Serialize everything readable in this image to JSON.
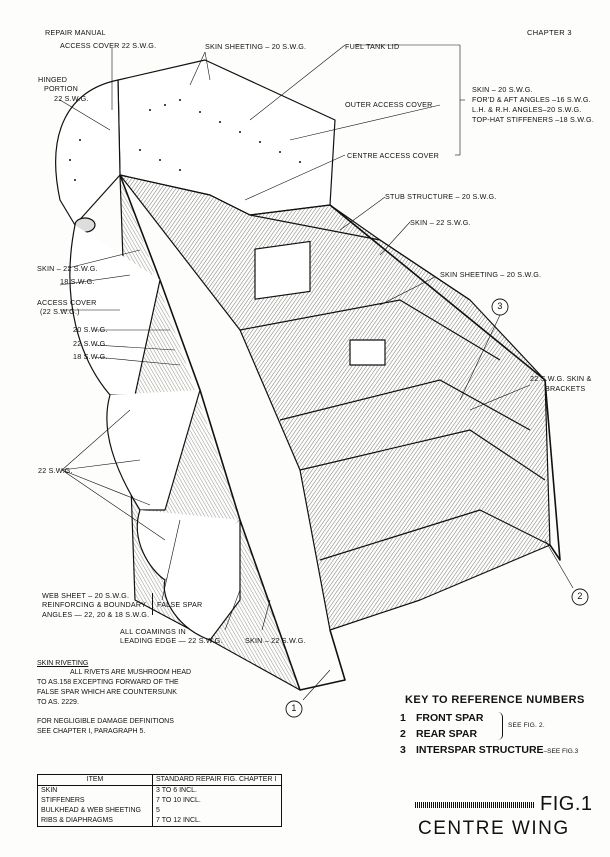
{
  "header": {
    "chapter": "CHAPTER 3"
  },
  "labels": {
    "repair_manual": "REPAIR MANUAL",
    "access_cover_22": "ACCESS COVER 22 S.W.G.",
    "skin_sheeting_20_top": "SKIN SHEETING – 20 S.W.G.",
    "fuel_tank_lid": "FUEL TANK LID",
    "hinged": "HINGED",
    "portion": "PORTION",
    "portion_22": "22 S.W.G.",
    "outer_access_cover": "OUTER ACCESS COVER",
    "centre_access_cover": "CENTRE ACCESS COVER",
    "cover_spec_1": "SKIN – 20 S.W.G.",
    "cover_spec_2": "FOR'D & AFT ANGLES –16 S.W.G.",
    "cover_spec_3": "L.H. & R.H. ANGLES–20 S.W.G.",
    "cover_spec_4": "TOP-HAT STIFFENERS –18 S.W.G.",
    "stub_structure": "STUB STRUCTURE – 20 S.W.G.",
    "skin_22_right": "SKIN – 22 S.W.G.",
    "skin_sheeting_20_mid": "SKIN SHEETING – 20 S.W.G.",
    "skin_22_left": "SKIN – 22 S.W.G.",
    "swg_18_a": "18 S.W.G.",
    "access_cover_left": "ACCESS COVER",
    "access_cover_left_2": "(22 S.W.G.)",
    "swg_20": "20 S.W.G.",
    "swg_22": "22 S.W.G.",
    "swg_18_b": "18 S.W.G.",
    "skin_brackets_1": "22 S.W.G. SKIN &",
    "skin_brackets_2": "BRACKETS",
    "swg_22_ribs": "22 S.W.G.",
    "web_sheet": "WEB SHEET – 20 S.W.G.",
    "reinforcing": "REINFORCING & BOUNDARY",
    "angles": "ANGLES — 22, 20 & 18 S.W.G.",
    "false_spar": "FALSE SPAR",
    "coamings_1": "ALL COAMINGS IN",
    "coamings_2": "LEADING EDGE — 22 S.W.G.",
    "skin_22_bottom": "SKIN – 22 S.W.G.",
    "ref_1": "1",
    "ref_2": "2",
    "ref_3": "3"
  },
  "notes": {
    "riveting_title": "SKIN RIVETING",
    "riveting_1": "ALL RIVETS ARE MUSHROOM HEAD",
    "riveting_2": "TO AS.158 EXCEPTING FORWARD OF THE",
    "riveting_3": "FALSE SPAR WHICH ARE COUNTERSUNK",
    "riveting_4": "TO AS. 2229.",
    "damage_1": "FOR NEGLIGIBLE DAMAGE DEFINITIONS",
    "damage_2": "SEE CHAPTER I, PARAGRAPH 5."
  },
  "key": {
    "title": "KEY TO REFERENCE NUMBERS",
    "items": [
      {
        "num": "1",
        "label": "FRONT SPAR"
      },
      {
        "num": "2",
        "label": "REAR SPAR"
      },
      {
        "num": "3",
        "label": "INTERSPAR STRUCTURE"
      }
    ],
    "see_fig2": "SEE FIG. 2.",
    "see_fig3": "–SEE FIG.3"
  },
  "table": {
    "headers": [
      "ITEM",
      "STANDARD REPAIR FIG. CHAPTER I"
    ],
    "rows": [
      [
        "SKIN",
        "3 TO 6 INCL."
      ],
      [
        "STIFFENERS",
        "7 TO 10 INCL."
      ],
      [
        "BULKHEAD & WEB SHEETING",
        "5"
      ],
      [
        "RIBS & DIAPHRAGMS",
        "7 TO 12 INCL."
      ]
    ]
  },
  "figure": {
    "number": "FIG.1",
    "title": "CENTRE WING"
  }
}
